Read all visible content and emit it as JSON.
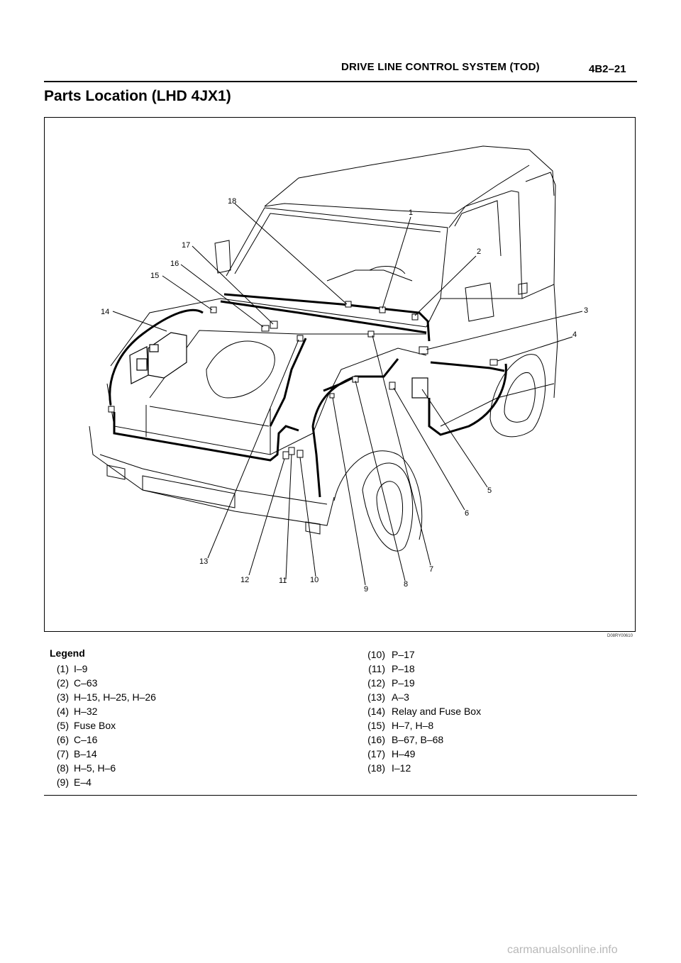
{
  "header": {
    "section_title": "DRIVE LINE CONTROL SYSTEM (TOD)",
    "page_number": "4B2–21"
  },
  "page_title": "Parts Location (LHD 4JX1)",
  "figure": {
    "figure_id": "D08RY00610",
    "callouts": [
      "1",
      "2",
      "3",
      "4",
      "5",
      "6",
      "7",
      "8",
      "9",
      "10",
      "11",
      "12",
      "13",
      "14",
      "15",
      "16",
      "17",
      "18"
    ]
  },
  "legend": {
    "title": "Legend",
    "left": [
      {
        "num": "(1)",
        "text": "I–9"
      },
      {
        "num": "(2)",
        "text": "C–63"
      },
      {
        "num": "(3)",
        "text": "H–15, H–25, H–26"
      },
      {
        "num": "(4)",
        "text": "H–32"
      },
      {
        "num": "(5)",
        "text": "Fuse Box"
      },
      {
        "num": "(6)",
        "text": "C–16"
      },
      {
        "num": "(7)",
        "text": "B–14"
      },
      {
        "num": "(8)",
        "text": "H–5, H–6"
      },
      {
        "num": "(9)",
        "text": "E–4"
      }
    ],
    "right": [
      {
        "num": "(10)",
        "text": "P–17"
      },
      {
        "num": "(11)",
        "text": "P–18"
      },
      {
        "num": "(12)",
        "text": "P–19"
      },
      {
        "num": "(13)",
        "text": "A–3"
      },
      {
        "num": "(14)",
        "text": "Relay and Fuse Box"
      },
      {
        "num": "(15)",
        "text": "H–7, H–8"
      },
      {
        "num": "(16)",
        "text": "B–67, B–68"
      },
      {
        "num": "(17)",
        "text": "H–49"
      },
      {
        "num": "(18)",
        "text": "I–12"
      }
    ]
  },
  "watermark": "carmanualsonline.info"
}
